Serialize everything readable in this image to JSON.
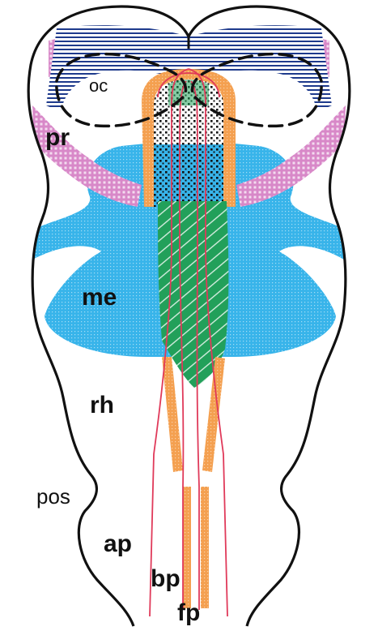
{
  "diagram": {
    "labels": {
      "oc": "oc",
      "pr": "pr",
      "me": "me",
      "rh": "rh",
      "pos": "pos",
      "ap": "ap",
      "bp": "bp",
      "fp": "fp"
    }
  },
  "colors": {
    "outline": "#111111",
    "blue_field": "#38b4ea",
    "pink_field": "#d888c8",
    "navy_stripes": "#1e3a8c",
    "orange": "#f4a050",
    "green": "#22a05a",
    "red_lines": "#e03a5a",
    "dots": "#111111"
  }
}
